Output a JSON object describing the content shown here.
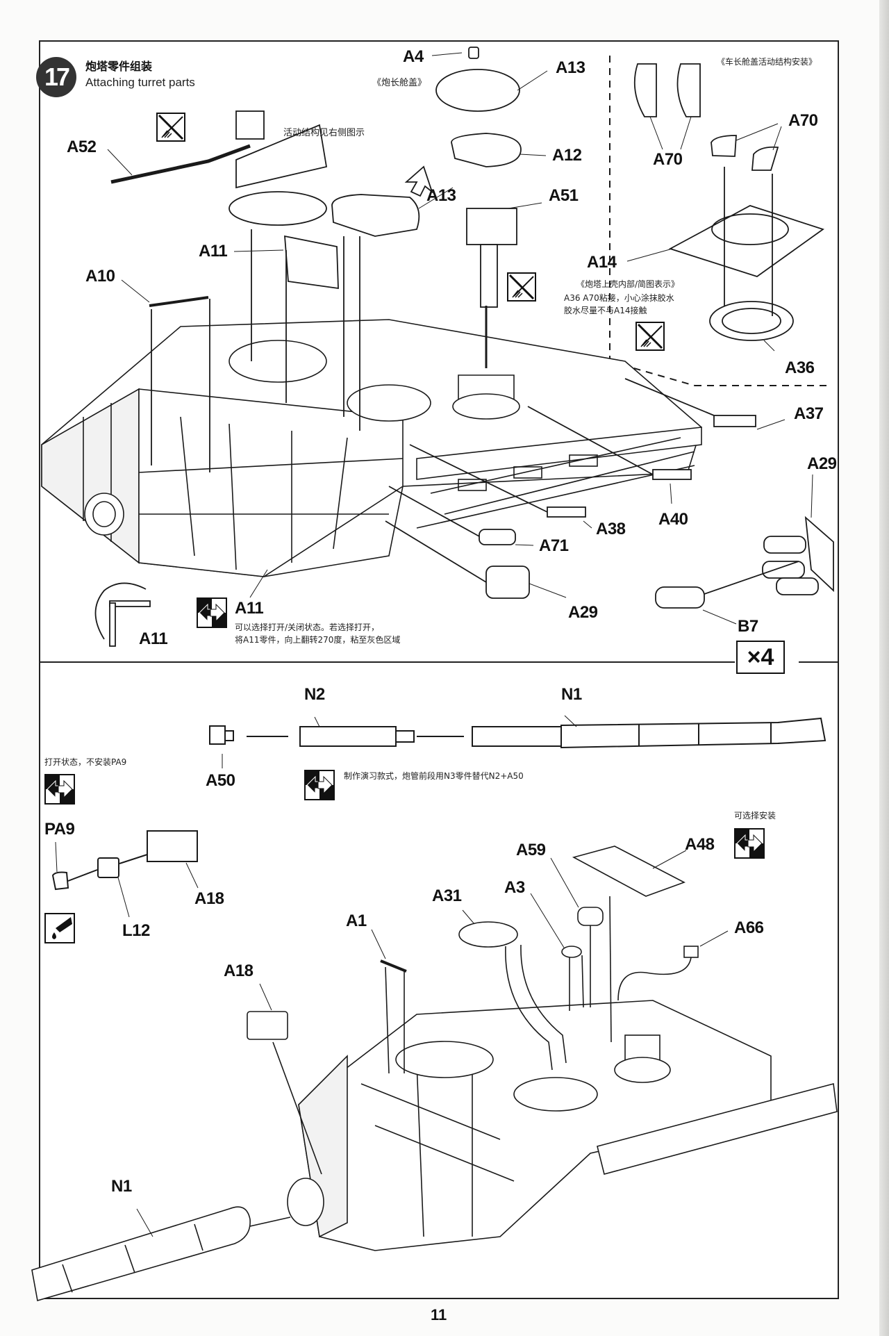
{
  "page": {
    "step_number": "17",
    "title_cn": "炮塔零件组装",
    "title_en": "Attaching turret parts",
    "page_number": "11",
    "multiplier": "×4"
  },
  "notes": {
    "movable_structure": "活动结构见右侧图示",
    "gunner_hatch": "《炮长舱盖》",
    "commander_hatch_mech": "《车长舱盖活动结构安装》",
    "turret_interior": "《炮塔上壳内部/简图表示》",
    "glue_line1": "A36 A70粘接，小心涂抹胶水",
    "glue_line2": "胶水尽量不与A14接触",
    "a11_line1": "可以选择打开/关闭状态。若选择打开，",
    "a11_line2": "将A11零件，向上翻转270度，粘至灰色区域",
    "pa9_note": "打开状态，不安装PA9",
    "n3_note": "制作演习款式，炮管前段用N3零件替代N2+A50",
    "optional_install": "可选择安装"
  },
  "labels": {
    "A4": "A4",
    "A13a": "A13",
    "A12": "A12",
    "A13b": "A13",
    "A51": "A51",
    "A52": "A52",
    "A11a": "A11",
    "A10": "A10",
    "A70a": "A70",
    "A70b": "A70",
    "A14": "A14",
    "A36": "A36",
    "A37": "A37",
    "A29a": "A29",
    "A38": "A38",
    "A40": "A40",
    "A71": "A71",
    "A29b": "A29",
    "B7": "B7",
    "A11b": "A11",
    "A11c": "A11",
    "N2": "N2",
    "N1a": "N1",
    "A50": "A50",
    "PA9": "PA9",
    "L12": "L12",
    "A18a": "A18",
    "A59": "A59",
    "A48": "A48",
    "A31": "A31",
    "A3": "A3",
    "A1": "A1",
    "A66": "A66",
    "A18b": "A18",
    "N1b": "N1"
  },
  "icons": {
    "no_glue": "no-glue-brush-icon",
    "option": "option-arrows-icon",
    "glue_drop": "glue-drop-icon",
    "rotate": "rotate-arrow-icon"
  }
}
